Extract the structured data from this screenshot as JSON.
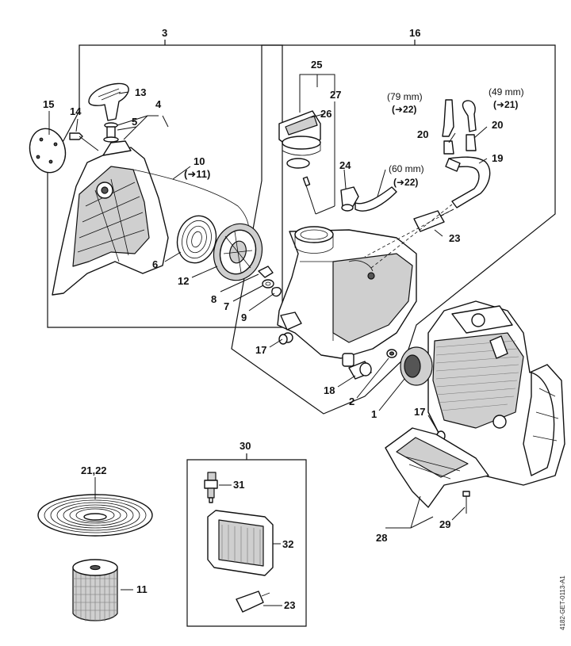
{
  "callouts": {
    "c1": "1",
    "c2": "2",
    "c3": "3",
    "c4": "4",
    "c5": "5",
    "c6": "6",
    "c7": "7",
    "c8": "8",
    "c9": "9",
    "c10": "10",
    "c11": "(➜11)",
    "c11b": "11",
    "c12": "12",
    "c13": "13",
    "c14": "14",
    "c15": "15",
    "c16": "16",
    "c17a": "17",
    "c17b": "17",
    "c18": "18",
    "c19": "19",
    "c20a": "20",
    "c20b": "20",
    "c21": "(➜21)",
    "c2122": "21,22",
    "c22a": "(➜22)",
    "c22b": "(➜22)",
    "c23a": "23",
    "c23b": "23",
    "c24": "24",
    "c25": "25",
    "c26": "26",
    "c27": "27",
    "c28": "28",
    "c29": "29",
    "c30": "30",
    "c31": "31",
    "c32": "32"
  },
  "measurements": {
    "m79": "(79 mm)",
    "m49": "(49 mm)",
    "m60": "(60 mm)"
  },
  "drawing_code": "4182-GET-0113-A1"
}
